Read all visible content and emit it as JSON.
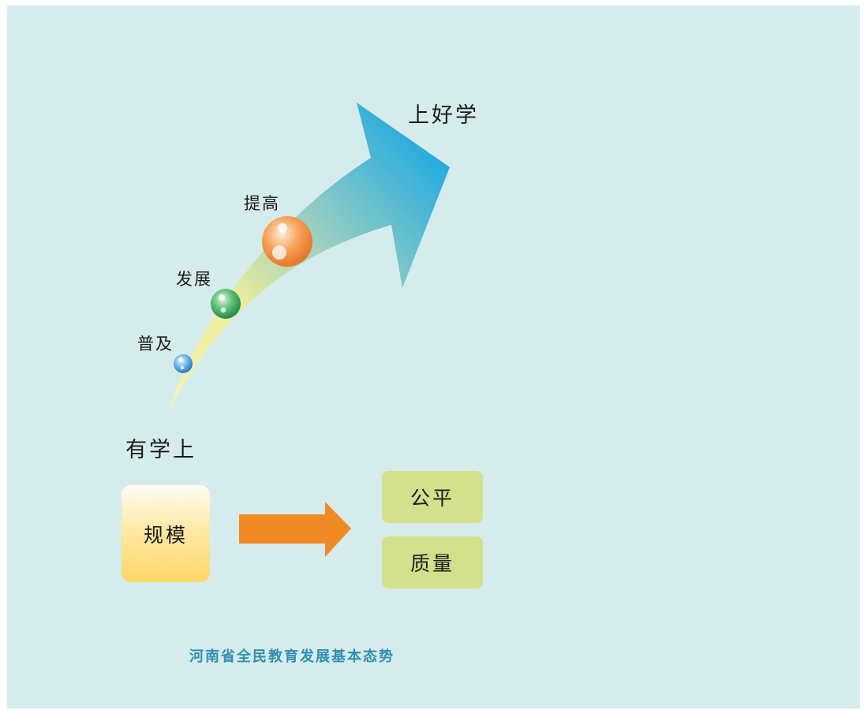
{
  "diagram": {
    "top_goal": "上好学",
    "bottom_start": "有学上",
    "stages": [
      {
        "label": "普及",
        "color": "#4aa6e0"
      },
      {
        "label": "发展",
        "color": "#3aa860"
      },
      {
        "label": "提高",
        "color": "#f39a4a"
      }
    ],
    "left_box": "规模",
    "right_boxes": [
      "公平",
      "质量"
    ],
    "arrow_colors": {
      "curve_start": "#f4f0a0",
      "curve_end": "#1fa9e1",
      "horizontal": "#f08a24"
    }
  },
  "footer": "河南省全民教育发展基本态势",
  "colors": {
    "background": "#d6ecec",
    "footer_text": "#2f8fb4",
    "green_box": "#d3e18c"
  }
}
